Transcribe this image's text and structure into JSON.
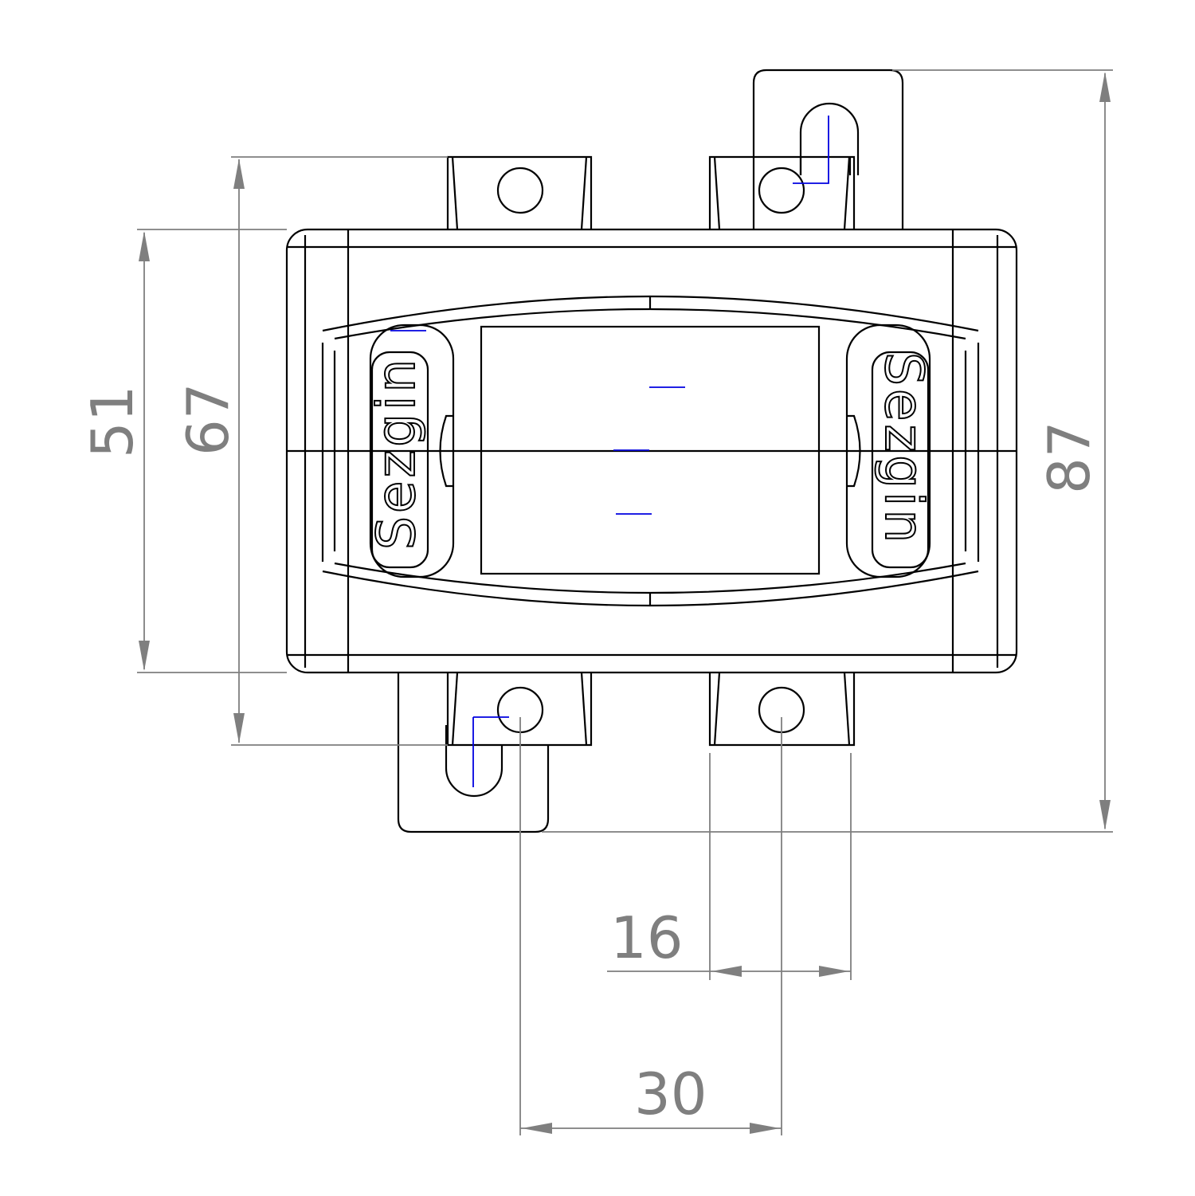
{
  "drawing": {
    "brand_logo": "Sezgin",
    "dimensions": {
      "body_height": "51",
      "tab_span": "67",
      "overall_height": "87",
      "tab_width": "16",
      "hole_spacing": "30"
    },
    "colors": {
      "outline": "#000000",
      "dimension": "#7f7f7f",
      "sketch": "#0000e0"
    }
  }
}
